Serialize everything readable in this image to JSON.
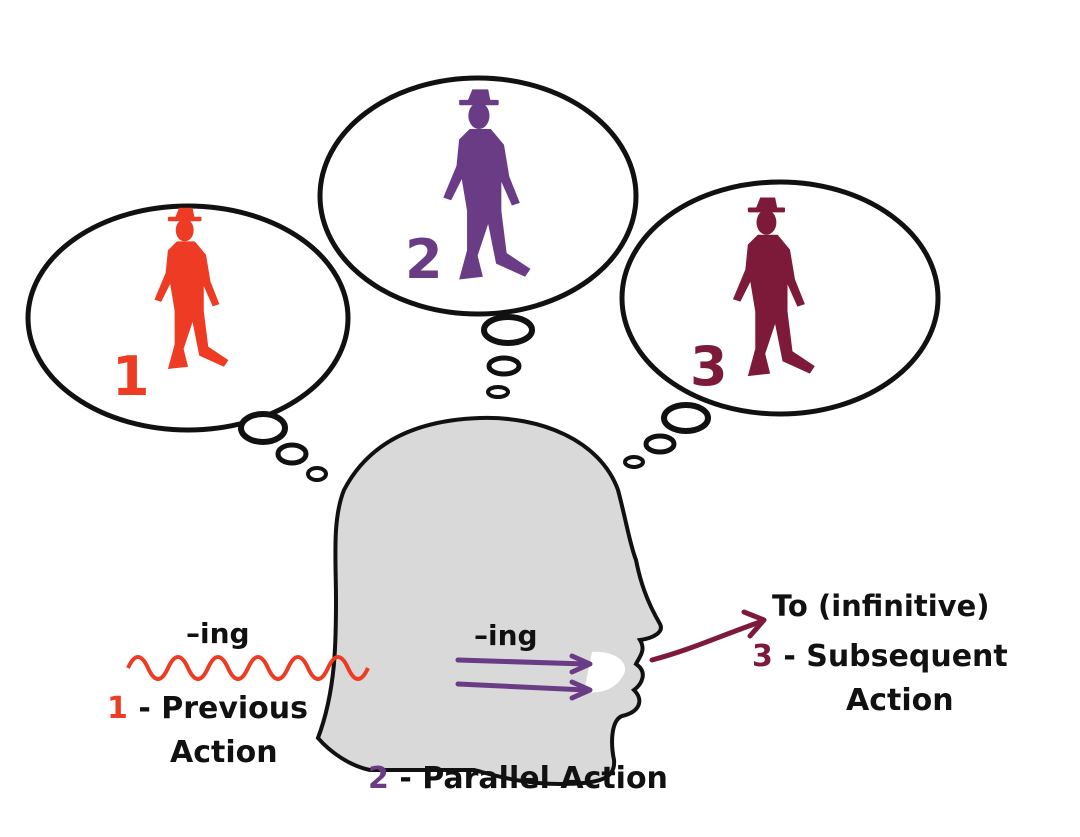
{
  "colors": {
    "previous": "#ee3b24",
    "parallel": "#6b3c86",
    "subsequent": "#7d1a3a",
    "head": "#d9d9d9",
    "outline": "#111111",
    "text": "#111111"
  },
  "bubbles": [
    {
      "number": "1",
      "color_key": "previous"
    },
    {
      "number": "2",
      "color_key": "parallel"
    },
    {
      "number": "3",
      "color_key": "subsequent"
    }
  ],
  "labels": {
    "previous_suffix": "–ing",
    "previous_number": "1",
    "previous_text_1": " - Previous",
    "previous_text_2": "Action",
    "parallel_suffix": "–ing",
    "parallel_number": "2",
    "parallel_text": " - Parallel Action",
    "subsequent_form": "To (infinitive)",
    "subsequent_number": "3",
    "subsequent_text_1": " - Subsequent",
    "subsequent_text_2": "Action"
  }
}
